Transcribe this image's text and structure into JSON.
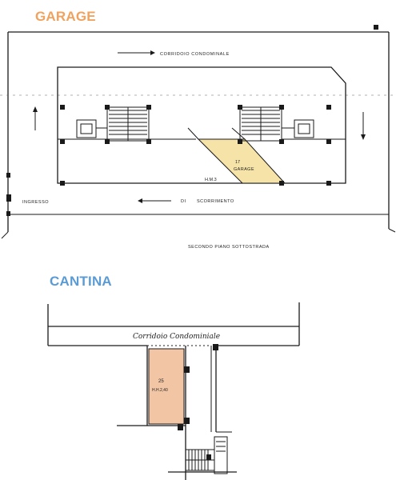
{
  "garage": {
    "title": "GARAGE",
    "corridor_label": "CORRIDOIO CONDOMINALE",
    "lane_label_left": "INGRESSO",
    "lane_label_middle": "DI",
    "lane_label_right": "SCORRIMENTO",
    "floor_label": "SECONDO PIANO SOTTOSTRADA",
    "unit_number": "17",
    "unit_label": "GARAGE",
    "unit_code": "H.M.3",
    "highlight_color": "#f6e3a8"
  },
  "cantina": {
    "title": "CANTINA",
    "corridor_label": "Corridoio Condominiale",
    "unit_number": "25",
    "unit_code": "H.H.2,40",
    "highlight_color": "#f2c5a4"
  },
  "colors": {
    "garage_title": "#f0a25e",
    "cantina_title": "#5b9bd5",
    "line": "#1a1a1a"
  }
}
